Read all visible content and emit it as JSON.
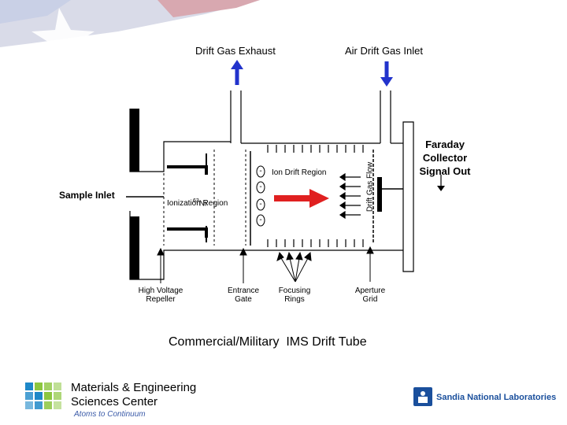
{
  "labels": {
    "drift_gas_exhaust": "Drift Gas Exhaust",
    "air_drift_gas_inlet": "Air Drift Gas Inlet",
    "ion_drift_region": "Ion Drift Region",
    "drift_gas_flow": "Drift Gas Flow",
    "faraday_collector": "Faraday\nCollector\nSignal Out",
    "sample_inlet": "Sample Inlet",
    "ni_superscript": "63",
    "ni_symbol": "Ni",
    "ionization_region": "Ionization Region",
    "high_voltage_repeller": "High Voltage\nRepeller",
    "entrance_gate": "Entrance\nGate",
    "focusing_rings": "Focusing\nRings",
    "aperture_grid": "Aperture\nGrid",
    "ion_sign": "-"
  },
  "title": "Commercial/Military  IMS Drift Tube",
  "footer": {
    "mesc_line1": "Materials & Engineering",
    "mesc_line2": "Sciences Center",
    "mesc_tagline": "Atoms to Continuum",
    "sandia": "Sandia National Laboratories"
  },
  "colors": {
    "gas_arrow": "#2233cc",
    "ion_arrow": "#e02020",
    "mesc_green": "#8cc63f",
    "mesc_blue": "#1e88c8",
    "tagline": "#3a5aa8",
    "sandia_blue": "#1a4f9c"
  }
}
